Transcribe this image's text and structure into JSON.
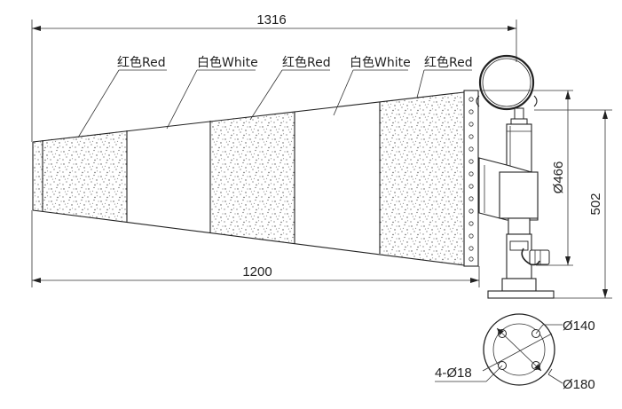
{
  "dimensions": {
    "overall_length": "1316",
    "sock_length": "1200",
    "ring_diameter": "Ø466",
    "total_height": "502",
    "base_diameter": "Ø140",
    "bolt_circle": "Ø180",
    "bolt_holes": "4-Ø18"
  },
  "stripes": [
    {
      "label": "红色Red",
      "color": "red"
    },
    {
      "label": "白色White",
      "color": "white"
    },
    {
      "label": "红色Red",
      "color": "red"
    },
    {
      "label": "白色White",
      "color": "white"
    },
    {
      "label": "红色Red",
      "color": "red"
    }
  ],
  "colors": {
    "line": "#222222",
    "hatch_dot": "#555555",
    "background": "#ffffff"
  }
}
